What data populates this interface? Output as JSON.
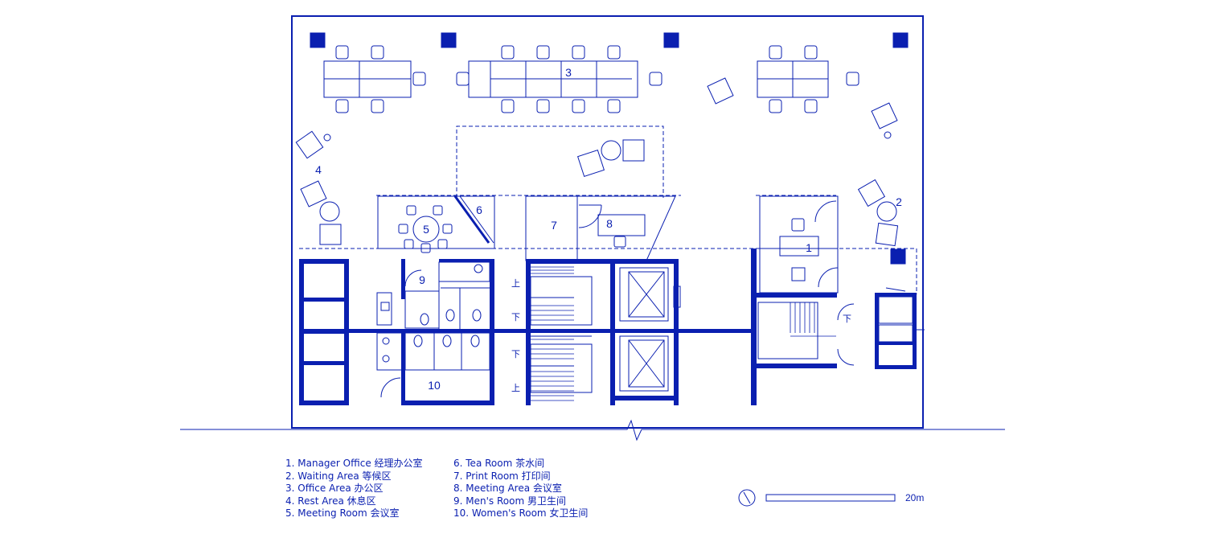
{
  "plan": {
    "room_labels": {
      "r1": "1",
      "r2": "2",
      "r3": "3",
      "r4": "4",
      "r5": "5",
      "r6": "6",
      "r7": "7",
      "r8": "8",
      "r9": "9",
      "r10": "10"
    },
    "stair_labels": {
      "up": "上",
      "down": "下"
    },
    "legend_left": [
      "1. Manager Office  经理办公室",
      "2. Waiting Area  等候区",
      "3. Office Area  办公区",
      "4. Rest Area  休息区",
      "5. Meeting Room  会议室"
    ],
    "legend_right": [
      "6. Tea Room  茶水间",
      "7. Print Room  打印间",
      "8. Meeting Area  会议室",
      "9. Men's Room  男卫生间",
      "10. Women's Room  女卫生间"
    ],
    "scale_label": "20m"
  },
  "colors": {
    "line": "#0a1fb0",
    "wall": "#0a1fb0",
    "background": "#ffffff"
  }
}
